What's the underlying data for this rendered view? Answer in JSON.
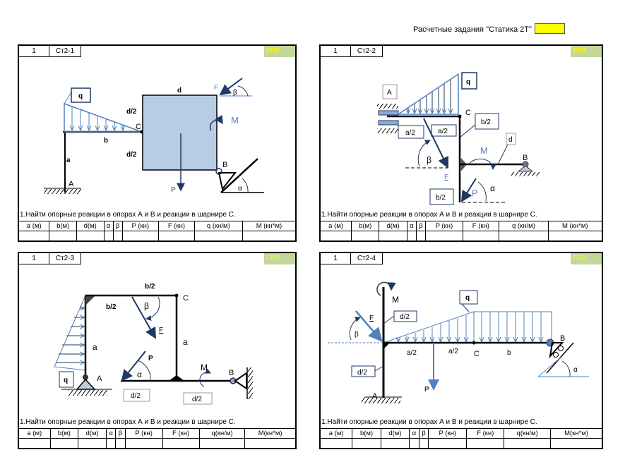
{
  "header": {
    "title": "Расчетные задания \"Статика 2Т\""
  },
  "colors": {
    "accent_blue": "#4f81bd",
    "fill_blue": "#b8cce4",
    "ffp_bg": "#c4d79b",
    "ffp_text": "#ffff00",
    "highlight": "#ffff00"
  },
  "task_text": "1.Найти опорные реакции в опорах А и В и реакции в шарнире С.",
  "panels": [
    {
      "num": "1",
      "id": "Ст2-1",
      "badge": "FFP",
      "columns": [
        "a (м)",
        "b(м)",
        "d(м)",
        "α",
        "β",
        "P (кн)",
        "F (кн)",
        "q (кн/м)",
        "M (кн*м)"
      ],
      "labels": {
        "q": "q",
        "d": "d",
        "d2a": "d/2",
        "d2b": "d/2",
        "b": "b",
        "a": "a",
        "A": "A",
        "C": "C",
        "P": "P",
        "M": "M",
        "F": "F",
        "beta": "β",
        "B": "B",
        "alpha": "α"
      }
    },
    {
      "num": "1",
      "id": "Ст2-2",
      "badge": "FFP",
      "columns": [
        "a (м)",
        "b(м)",
        "d(м)",
        "α",
        "β",
        "P (кн)",
        "F (кн)",
        "q (кн/м)",
        "M (кн*м)"
      ],
      "labels": {
        "A": "A",
        "q": "q",
        "C": "C",
        "a2a": "a/2",
        "a2b": "a/2",
        "b2a": "b/2",
        "b2b": "b/2",
        "d": "d",
        "beta": "β",
        "F": "F",
        "M": "M",
        "B": "B",
        "P": "P",
        "alpha": "α"
      }
    },
    {
      "num": "1",
      "id": "Ст2-3",
      "badge": "FFP",
      "columns": [
        "a (м)",
        "b(м)",
        "d(м)",
        "α",
        "β",
        "P (кн)",
        "F (кн)",
        "q(кн/м)",
        "M(кн*м)"
      ],
      "labels": {
        "b2a": "b/2",
        "b2b": "b/2",
        "C": "C",
        "beta": "β",
        "F": "F",
        "a1": "a",
        "a2": "a",
        "P": "P",
        "alpha": "α",
        "M": "M",
        "B": "B",
        "A": "A",
        "q": "q",
        "d2a": "d/2",
        "d2b": "d/2"
      }
    },
    {
      "num": "1",
      "id": "Ст2-4",
      "badge": "FFP",
      "columns": [
        "a (м)",
        "b(м)",
        "d(м)",
        "α",
        "β",
        "P (кн)",
        "F (кн)",
        "q(кн/м)",
        "M(кн*м)"
      ],
      "labels": {
        "M": "M",
        "q": "q",
        "F": "F",
        "d2a": "d/2",
        "d2b": "d/2",
        "beta": "β",
        "a2a": "a/2",
        "a2b": "a/2",
        "C": "C",
        "b": "b",
        "B": "B",
        "alpha": "α",
        "P": "P",
        "A": "A"
      }
    }
  ]
}
